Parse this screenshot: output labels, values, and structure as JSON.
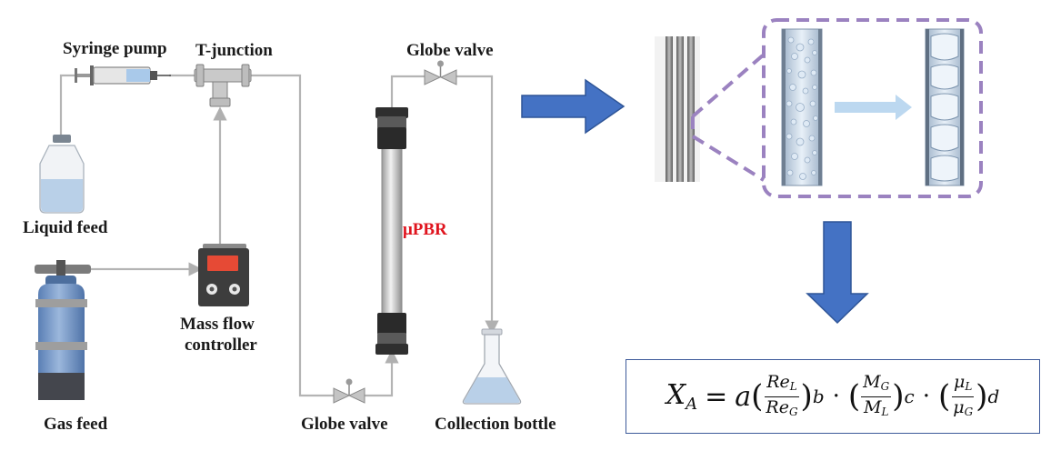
{
  "labels": {
    "syringe_pump": "Syringe pump",
    "t_junction": "T-junction",
    "globe_valve_top": "Globe valve",
    "liquid_feed": "Liquid feed",
    "mass_flow_line1": "Mass flow",
    "mass_flow_line2": "controller",
    "gas_feed": "Gas feed",
    "reactor": "μPBR",
    "globe_valve_bottom": "Globe valve",
    "collection_bottle": "Collection bottle"
  },
  "equation": {
    "lhs": "X",
    "lhs_sub": "A",
    "equals": "=",
    "coef": "a",
    "f1_num": "Re",
    "f1_num_sub": "L",
    "f1_den": "Re",
    "f1_den_sub": "G",
    "exp1": "b",
    "f2_num": "M",
    "f2_num_sub": "G",
    "f2_den": "M",
    "f2_den_sub": "L",
    "exp2": "c",
    "f3_num": "μ",
    "f3_num_sub": "L",
    "f3_den": "μ",
    "f3_den_sub": "G",
    "exp3": "d",
    "dot": "·",
    "open": "(",
    "close": ")"
  },
  "colors": {
    "arrow_blue": "#4472c4",
    "zoom_border": "#9b82c0",
    "pipe_gray": "#b4b4b4",
    "reactor_label": "#e0141e",
    "equation_border": "#3d5a9a"
  }
}
